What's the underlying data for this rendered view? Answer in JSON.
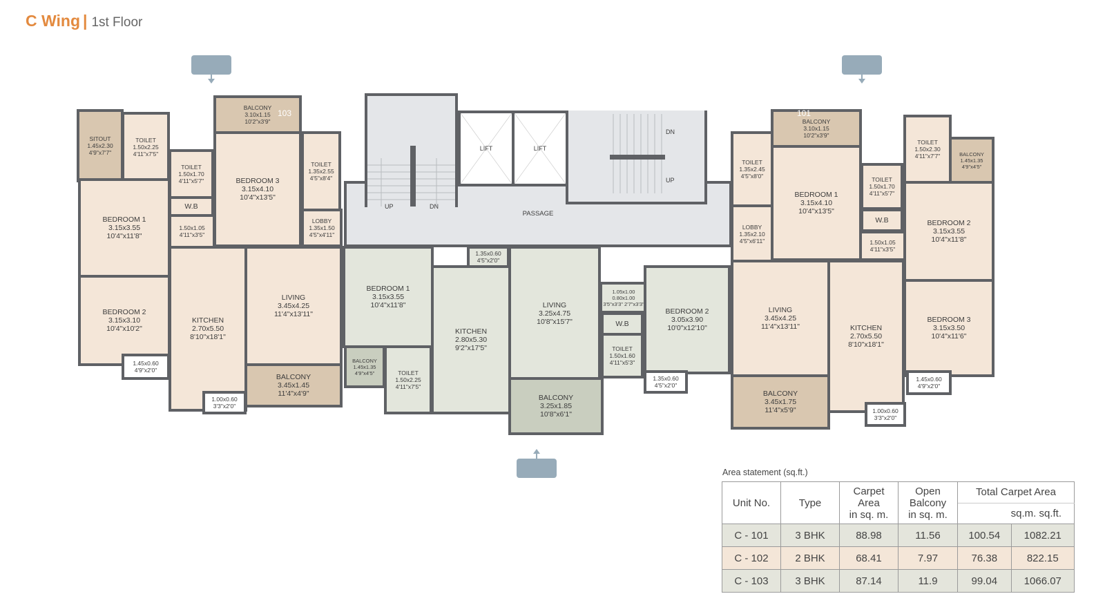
{
  "header": {
    "wing": "C Wing",
    "separator": "|",
    "floor": "1st Floor"
  },
  "unit_labels": {
    "left_top": "103",
    "right_top": "101"
  },
  "units": {
    "c103": [
      {
        "name": "SITOUT",
        "metric": "1.45x2.30",
        "imperial": "4'9\"x7'7\""
      },
      {
        "name": "TOILET",
        "metric": "1.50x2.25",
        "imperial": "4'11\"x7'5\""
      },
      {
        "name": "TOILET",
        "metric": "1.50x1.70",
        "imperial": "4'11\"x5'7\""
      },
      {
        "name": "W.B",
        "metric": "",
        "imperial": ""
      },
      {
        "name": "",
        "metric": "1.50x1.05",
        "imperial": "4'11\"x3'5\""
      },
      {
        "name": "BALCONY",
        "metric": "3.10x1.15",
        "imperial": "10'2\"x3'9\""
      },
      {
        "name": "BEDROOM 3",
        "metric": "3.15x4.10",
        "imperial": "10'4\"x13'5\""
      },
      {
        "name": "TOILET",
        "metric": "1.35x2.55",
        "imperial": "4'5\"x8'4\""
      },
      {
        "name": "LOBBY",
        "metric": "1.35x1.50",
        "imperial": "4'5\"x4'11\""
      },
      {
        "name": "BEDROOM 1",
        "metric": "3.15x3.55",
        "imperial": "10'4\"x11'8\""
      },
      {
        "name": "BEDROOM 2",
        "metric": "3.15x3.10",
        "imperial": "10'4\"x10'2\""
      },
      {
        "name": "",
        "metric": "1.45x0.60",
        "imperial": "4'9\"x2'0\""
      },
      {
        "name": "KITCHEN",
        "metric": "2.70x5.50",
        "imperial": "8'10\"x18'1\""
      },
      {
        "name": "LIVING",
        "metric": "3.45x4.25",
        "imperial": "11'4\"x13'11\""
      },
      {
        "name": "BALCONY",
        "metric": "3.45x1.45",
        "imperial": "11'4\"x4'9\""
      },
      {
        "name": "",
        "metric": "1.00x0.60",
        "imperial": "3'3\"x2'0\""
      }
    ],
    "core": {
      "lift_1": "LIFT",
      "lift_2": "LIFT",
      "passage": "PASSAGE",
      "stair_left_up": "UP",
      "stair_left_dn": "DN",
      "stair_right_dn": "DN",
      "stair_right_up": "UP"
    },
    "c102": [
      {
        "name": "BEDROOM 1",
        "metric": "3.15x3.55",
        "imperial": "10'4\"x11'8\""
      },
      {
        "name": "BALCONY",
        "metric": "1.45x1.35",
        "imperial": "4'9\"x4'5\""
      },
      {
        "name": "TOILET",
        "metric": "1.50x2.25",
        "imperial": "4'11\"x7'5\""
      },
      {
        "name": "",
        "metric": "1.35x0.60",
        "imperial": "4'5\"x2'0\""
      },
      {
        "name": "KITCHEN",
        "metric": "2.80x5.30",
        "imperial": "9'2\"x17'5\""
      },
      {
        "name": "LIVING",
        "metric": "3.25x4.75",
        "imperial": "10'8\"x15'7\""
      },
      {
        "name": "BALCONY",
        "metric": "3.25x1.85",
        "imperial": "10'8\"x6'1\""
      },
      {
        "name": "",
        "metric": "1.05x1.00 0.80x1.00",
        "imperial": "3'5\"x3'3\" 2'7\"x3'3\""
      },
      {
        "name": "W.B",
        "metric": "",
        "imperial": ""
      },
      {
        "name": "TOILET",
        "metric": "1.50x1.60",
        "imperial": "4'11\"x5'3\""
      },
      {
        "name": "BEDROOM 2",
        "metric": "3.05x3.90",
        "imperial": "10'0\"x12'10\""
      },
      {
        "name": "",
        "metric": "1.35x0.60",
        "imperial": "4'5\"x2'0\""
      }
    ],
    "c101": [
      {
        "name": "BALCONY",
        "metric": "3.10x1.15",
        "imperial": "10'2\"x3'9\""
      },
      {
        "name": "TOILET",
        "metric": "1.35x2.45",
        "imperial": "4'5\"x8'0\""
      },
      {
        "name": "LOBBY",
        "metric": "1.35x2.10",
        "imperial": "4'5\"x6'11\""
      },
      {
        "name": "BEDROOM 1",
        "metric": "3.15x4.10",
        "imperial": "10'4\"x13'5\""
      },
      {
        "name": "TOILET",
        "metric": "1.50x1.70",
        "imperial": "4'11\"x5'7\""
      },
      {
        "name": "W.B",
        "metric": "",
        "imperial": ""
      },
      {
        "name": "",
        "metric": "1.50x1.05",
        "imperial": "4'11\"x3'5\""
      },
      {
        "name": "TOILET",
        "metric": "1.50x2.30",
        "imperial": "4'11\"x7'7\""
      },
      {
        "name": "BALCONY",
        "metric": "1.45x1.35",
        "imperial": "4'9\"x4'5\""
      },
      {
        "name": "BEDROOM 2",
        "metric": "3.15x3.55",
        "imperial": "10'4\"x11'8\""
      },
      {
        "name": "BEDROOM 3",
        "metric": "3.15x3.50",
        "imperial": "10'4\"x11'6\""
      },
      {
        "name": "",
        "metric": "1.45x0.60",
        "imperial": "4'9\"x2'0\""
      },
      {
        "name": "LIVING",
        "metric": "3.45x4.25",
        "imperial": "11'4\"x13'11\""
      },
      {
        "name": "BALCONY",
        "metric": "3.45x1.75",
        "imperial": "11'4\"x5'9\""
      },
      {
        "name": "KITCHEN",
        "metric": "2.70x5.50",
        "imperial": "8'10\"x18'1\""
      },
      {
        "name": "",
        "metric": "1.00x0.60",
        "imperial": "3'3\"x2'0\""
      }
    ]
  },
  "area_statement": {
    "caption": "Area statement (sq.ft.)",
    "headers": {
      "unit_no": "Unit No.",
      "type": "Type",
      "carpet_area": [
        "Carpet",
        "Area",
        "in sq. m."
      ],
      "open_balcony": [
        "Open",
        "Balcony",
        "in sq. m."
      ],
      "total_carpet_area": "Total Carpet Area",
      "sub_units": "sq.m. sq.ft."
    },
    "rows": [
      {
        "unit": "C - 101",
        "type": "3 BHK",
        "carpet": "88.98",
        "balcony": "11.56",
        "total_sqm": "100.54",
        "total_sqft": "1082.21"
      },
      {
        "unit": "C - 102",
        "type": "2 BHK",
        "carpet": "68.41",
        "balcony": "7.97",
        "total_sqm": "76.38",
        "total_sqft": "822.15"
      },
      {
        "unit": "C - 103",
        "type": "3 BHK",
        "carpet": "87.14",
        "balcony": "11.9",
        "total_sqm": "99.04",
        "total_sqft": "1066.07"
      }
    ]
  },
  "colors": {
    "accent": "#e38a3f",
    "wall": "#5f6165",
    "unit_3bhk_floor": "#f4e6d8",
    "unit_2bhk_floor": "#e3e6dc",
    "balcony": "#d9c7b0",
    "common_area": "#e4e6e9",
    "entry_marker": "#97abb9"
  }
}
